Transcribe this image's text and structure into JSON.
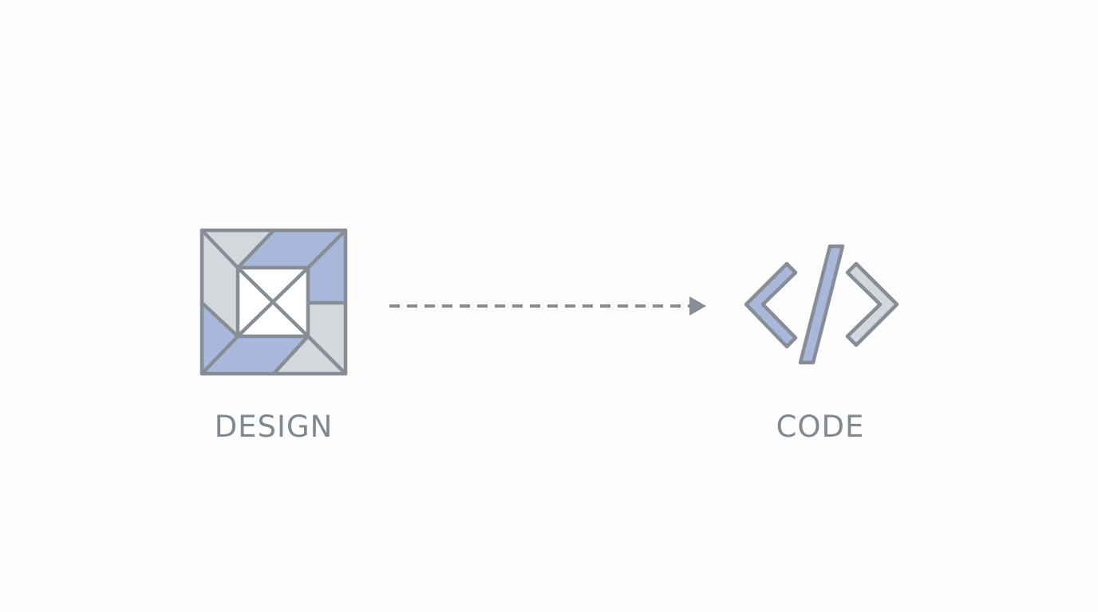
{
  "labels": {
    "design": "DESIGN",
    "code": "CODE"
  },
  "icons": {
    "design": "design-grid-icon",
    "code": "code-brackets-icon",
    "arrow": "dashed-arrow"
  },
  "colors": {
    "background": "#fdfdfe",
    "stroke": "#868d95",
    "blue_fill": "#a7b8da",
    "gray_fill": "#d4d7dc",
    "white_fill": "#ffffff",
    "text": "#808890"
  }
}
